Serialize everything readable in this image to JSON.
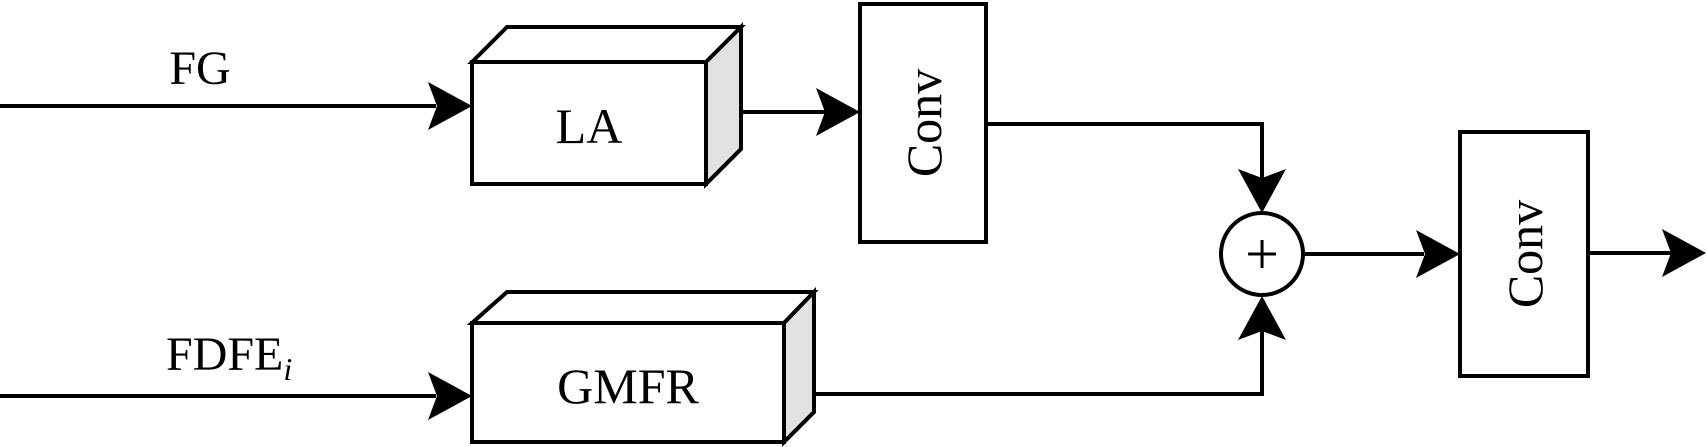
{
  "inputs": {
    "top_label": "FG",
    "bottom_label_main": "FDFE",
    "bottom_label_subscript": "i"
  },
  "blocks": {
    "la": "LA",
    "gmfr": "GMFR",
    "conv_upper": "Conv",
    "conv_right": "Conv"
  },
  "operator": {
    "symbol": "+"
  },
  "colors": {
    "line": "#000000",
    "box_side_shade": "#e2e2e2",
    "background": "#ffffff"
  }
}
